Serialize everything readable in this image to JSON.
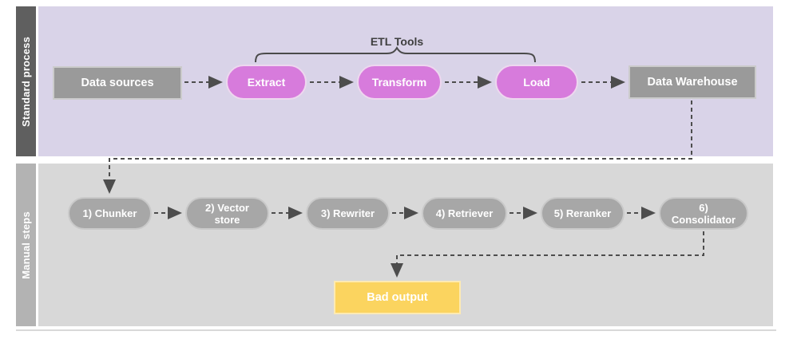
{
  "diagram": {
    "lanes": [
      {
        "label": "Standard process",
        "bracket_label": "ETL Tools",
        "nodes": [
          {
            "label": "Data sources",
            "shape": "box"
          },
          {
            "label": "Extract",
            "shape": "pill"
          },
          {
            "label": "Transform",
            "shape": "pill"
          },
          {
            "label": "Load",
            "shape": "pill"
          },
          {
            "label": "Data Warehouse",
            "shape": "box"
          }
        ]
      },
      {
        "label": "Manual steps",
        "nodes": [
          {
            "label": "1) Chunker",
            "shape": "pill"
          },
          {
            "label": "2) Vector store",
            "shape": "pill"
          },
          {
            "label": "3) Rewriter",
            "shape": "pill"
          },
          {
            "label": "4) Retriever",
            "shape": "pill"
          },
          {
            "label": "5) Reranker",
            "shape": "pill"
          },
          {
            "label": "6) Consolidator",
            "shape": "pill"
          }
        ]
      }
    ],
    "result_node": {
      "label": "Bad output",
      "shape": "box"
    },
    "flow": [
      "Data sources -> Extract -> Transform -> Load -> Data Warehouse",
      "Data Warehouse -> 1) Chunker -> 2) Vector store -> 3) Rewriter -> 4) Retriever -> 5) Reranker -> 6) Consolidator -> Bad output"
    ],
    "colors": {
      "top_lane_bg": "#d9d3e8",
      "top_lane_header_bg": "#5f5f5f",
      "bottom_lane_bg": "#d8d8d8",
      "bottom_lane_header_bg": "#b3b3b3",
      "process_box_fill": "#9a9a9a",
      "etl_pill_fill": "#d77bdc",
      "manual_pill_fill": "#a7a7a7",
      "bad_output_fill": "#fbd45f",
      "connector_color": "#4d4d4d",
      "node_text_color": "#ffffff",
      "bracket_text_color": "#3f3f3f"
    }
  }
}
